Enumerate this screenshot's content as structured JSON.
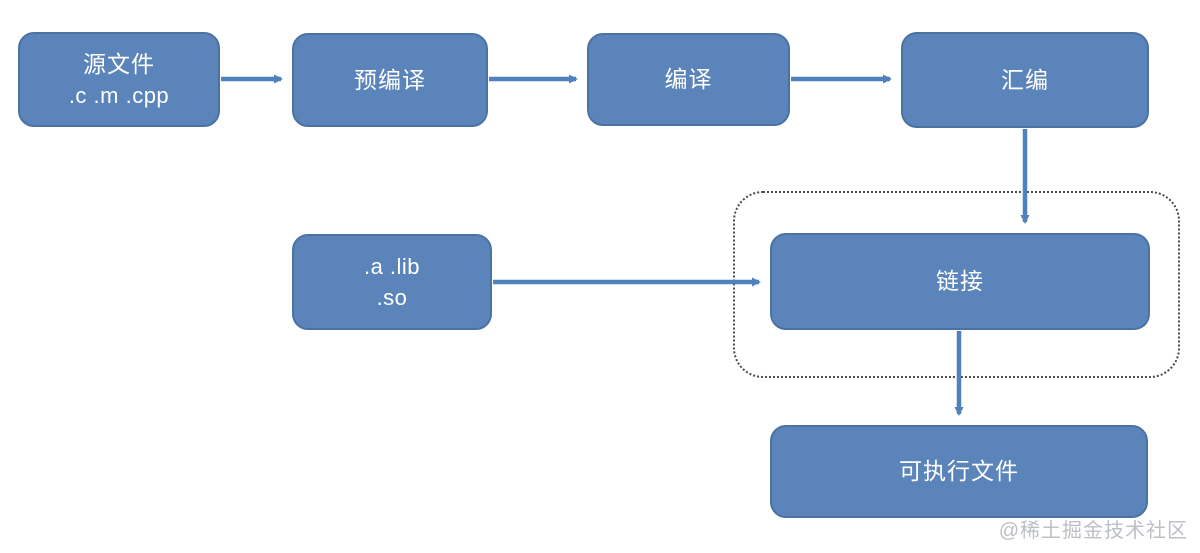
{
  "diagram": {
    "title": "compilation-pipeline-flowchart",
    "nodes": {
      "source": {
        "line1": "源文件",
        "line2": ".c .m .cpp"
      },
      "precompile": {
        "label": "预编译"
      },
      "compile": {
        "label": "编译"
      },
      "assemble": {
        "label": "汇编"
      },
      "library": {
        "line1": ".a .lib",
        "line2": ".so"
      },
      "link": {
        "label": "链接"
      },
      "executable": {
        "label": "可执行文件"
      }
    },
    "edges": [
      {
        "from": "source",
        "to": "precompile"
      },
      {
        "from": "precompile",
        "to": "compile"
      },
      {
        "from": "compile",
        "to": "assemble"
      },
      {
        "from": "assemble",
        "to": "link"
      },
      {
        "from": "library",
        "to": "link"
      },
      {
        "from": "link",
        "to": "executable"
      }
    ],
    "colors": {
      "node_fill": "#5b84ba",
      "node_border": "#4a73a4",
      "node_text": "#ffffff",
      "arrow": "#4f81bd",
      "group_border": "#4d4d4d",
      "watermark": "#bcc0c6",
      "background": "#ffffff"
    }
  },
  "watermark": {
    "text": "@稀土掘金技术社区"
  }
}
